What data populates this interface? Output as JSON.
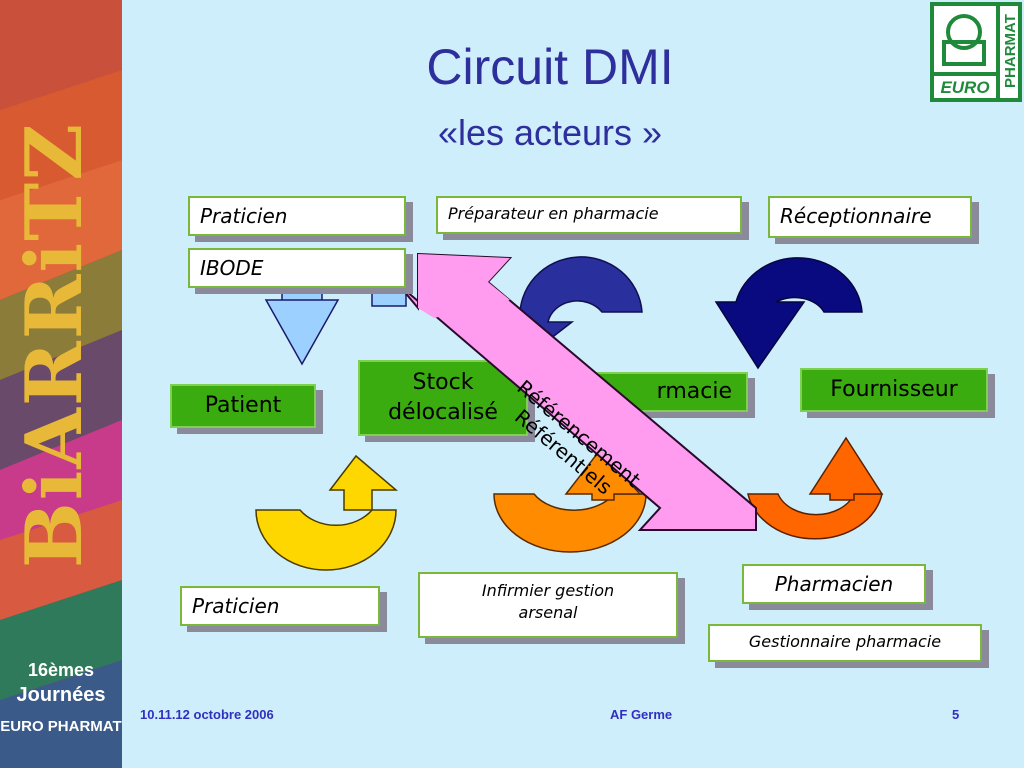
{
  "slide": {
    "title": "Circuit DMI",
    "subtitle": "«les acteurs »"
  },
  "banner": {
    "vertical_text": "BiARRiTZ",
    "edition": "16èmes",
    "line1": "Journées",
    "line2": "EURO PHARMAT"
  },
  "logo": {
    "text_left": "EURO",
    "text_right": "PHARMAT"
  },
  "actors": {
    "praticien_top": "Praticien",
    "ibode": "IBODE",
    "preparateur": "Préparateur en pharmacie",
    "receptionnaire": "Réceptionnaire",
    "praticien_bottom": "Praticien",
    "infirmier": "Infirmier gestion arsenal",
    "pharmacien": "Pharmacien",
    "gestionnaire": "Gestionnaire pharmacie"
  },
  "nodes": {
    "patient": "Patient",
    "stock": "Stock délocalisé",
    "pharmacie_partial": "rmacie",
    "fournisseur": "Fournisseur"
  },
  "diagonal_arrow": {
    "line1": "Référencement",
    "line2": "Référentiels"
  },
  "footer": {
    "date": "10.11.12 octobre 2006",
    "author": "AF Germe",
    "page": "5"
  },
  "colors": {
    "background": "#cfeefb",
    "title": "#2e2f9c",
    "green_node": "#3bac10",
    "navy_arrow": "#2a2f9e",
    "dark_navy_arrow": "#0a0a80",
    "yellow_arrow": "#ffd700",
    "orange_arrow": "#ff8c00",
    "dark_orange_arrow": "#ff6600",
    "pink_arrow": "#ff9cf0",
    "light_blue_arrow": "#9cd0ff"
  }
}
